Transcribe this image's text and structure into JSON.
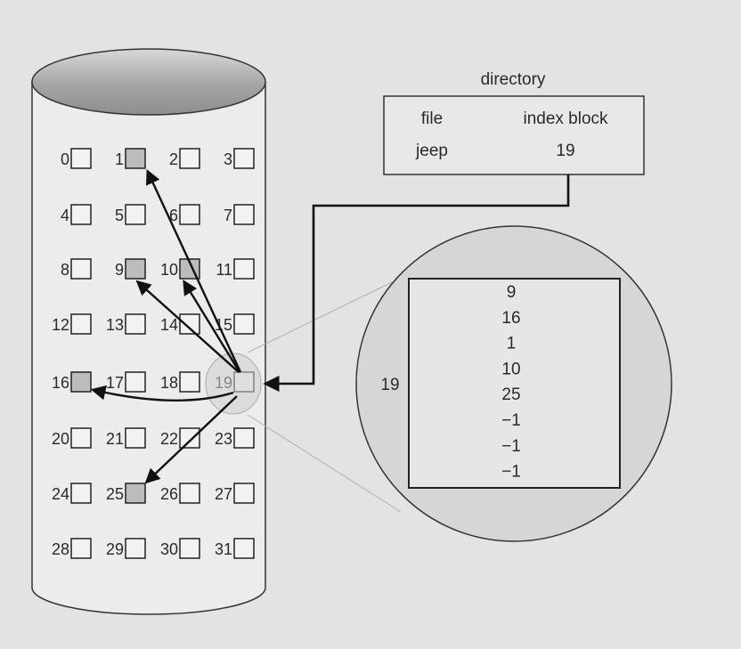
{
  "directory": {
    "title": "directory",
    "header_file": "file",
    "header_index": "index block",
    "entry_file": "jeep",
    "entry_index": "19"
  },
  "disk": {
    "blocks": [
      "0",
      "1",
      "2",
      "3",
      "4",
      "5",
      "6",
      "7",
      "8",
      "9",
      "10",
      "11",
      "12",
      "13",
      "14",
      "15",
      "16",
      "17",
      "18",
      "19",
      "20",
      "21",
      "22",
      "23",
      "24",
      "25",
      "26",
      "27",
      "28",
      "29",
      "30",
      "31"
    ],
    "used_blocks": [
      1,
      9,
      10,
      16,
      25
    ],
    "index_block": 19
  },
  "index_block": {
    "label": "19",
    "entries": [
      "9",
      "16",
      "1",
      "10",
      "25",
      "−1",
      "−1",
      "−1"
    ]
  },
  "colors": {
    "background": "#e3e3e3",
    "used_block_fill": "#bcbcbc",
    "empty_block_fill": "#f2f2f2",
    "disk_top": "#9c9c9c",
    "magnifier_fill": "#d6d6d6"
  }
}
